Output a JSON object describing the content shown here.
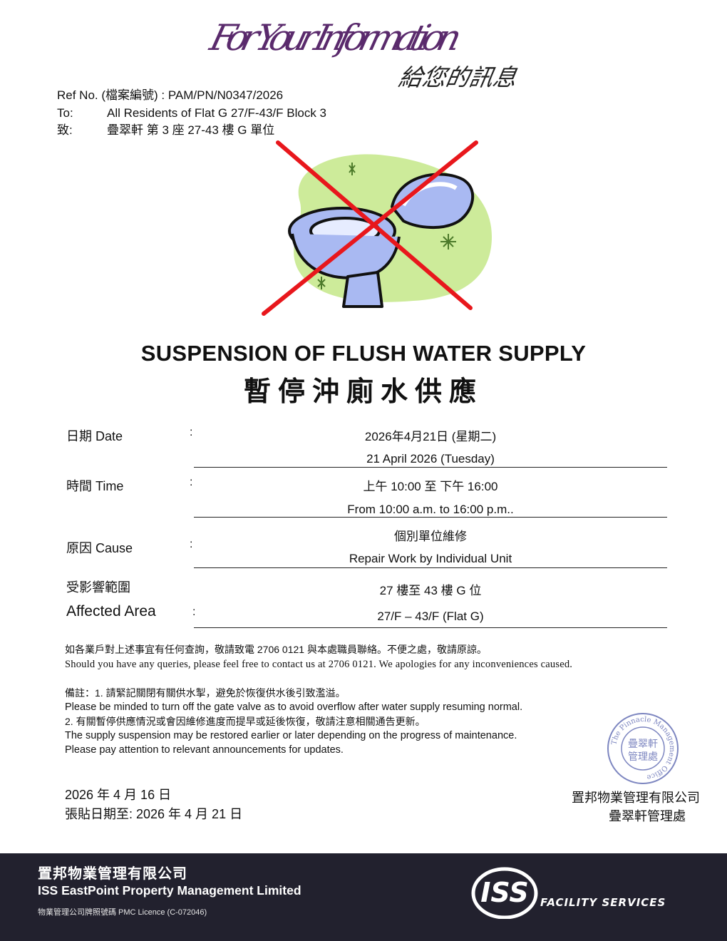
{
  "banner": {
    "script_en": "For Your Information",
    "script_cn": "給您的訊息"
  },
  "header": {
    "ref": "Ref No. (檔案編號) : PAM/PN/N0347/2026",
    "to_label": "To:",
    "to_value": "All Residents of Flat G 27/F-43/F Block 3",
    "to_cn_label": "致:",
    "to_cn_value": "疊翠軒 第 3 座  27-43 樓 G 單位"
  },
  "notice": {
    "title_en": "SUSPENSION OF FLUSH WATER SUPPLY",
    "title_cn": "暫停沖廁水供應"
  },
  "details": {
    "date_label": "日期  Date",
    "date_cn": "2026年4月21日 (星期二)",
    "date_en": "21 April 2026 (Tuesday)",
    "time_label": "時間  Time",
    "time_cn": "上午 10:00 至 下午 16:00",
    "time_en": "From 10:00 a.m. to 16:00 p.m..",
    "cause_label": "原因  Cause",
    "cause_cn": "個別單位維修",
    "cause_en": "Repair Work by Individual Unit",
    "area_label_cn": "受影響範圍",
    "area_label_en": "Affected Area",
    "area_cn": "27 樓至 43 樓 G 位",
    "area_en": "27/F – 43/F  (Flat G)",
    "colon": ":"
  },
  "enquiry": {
    "cn": "如各業戶對上述事宜有任何查詢，敬請致電 2706   0121 與本處職員聯絡。不便之處，敬請原諒。",
    "en": "Should you have any queries, please feel free to contact us at 2706 0121. We apologies for any inconveniences caused."
  },
  "remarks": {
    "r1_cn": "備註：1.  請緊記關閉有關供水掣，避免於恢復供水後引致濫溢。",
    "r1_en": "Please be minded to turn off the gate valve as to avoid overflow after water supply resuming normal.",
    "r2_cn": "2. 有關暫停供應情況或會因維修進度而提早或延後恢復，敬請注意相關通告更新。",
    "r2_en_1": "The supply suspension may be restored earlier or later depending on the progress of maintenance.",
    "r2_en_2": "Please pay attention to relevant announcements for updates."
  },
  "dates": {
    "issue": "2026 年 4 月 16 日",
    "post_until": "張貼日期至: 2026 年 4 月 21 日"
  },
  "signature": {
    "company": "置邦物業管理有限公司",
    "office": "疊翠軒管理處"
  },
  "stamp": {
    "ring_text": "The Pinnacle Management Office",
    "center_1": "疊翠軒",
    "center_2": "管理處"
  },
  "footer": {
    "company_cn": "置邦物業管理有限公司",
    "company_en": "ISS EastPoint Property Management Limited",
    "licence": "物業管理公司牌照號碼  PMC Licence (C-072046)",
    "iss_logo": "ISS",
    "iss_tagline": "FACILITY SERVICES"
  },
  "colors": {
    "script": "#5a2a6c",
    "cross": "#e8171c",
    "blob": "#cdeb9a",
    "toilet": "#a9b9f2",
    "footer_bg": "#22212e",
    "stamp": "#7d86c0"
  }
}
